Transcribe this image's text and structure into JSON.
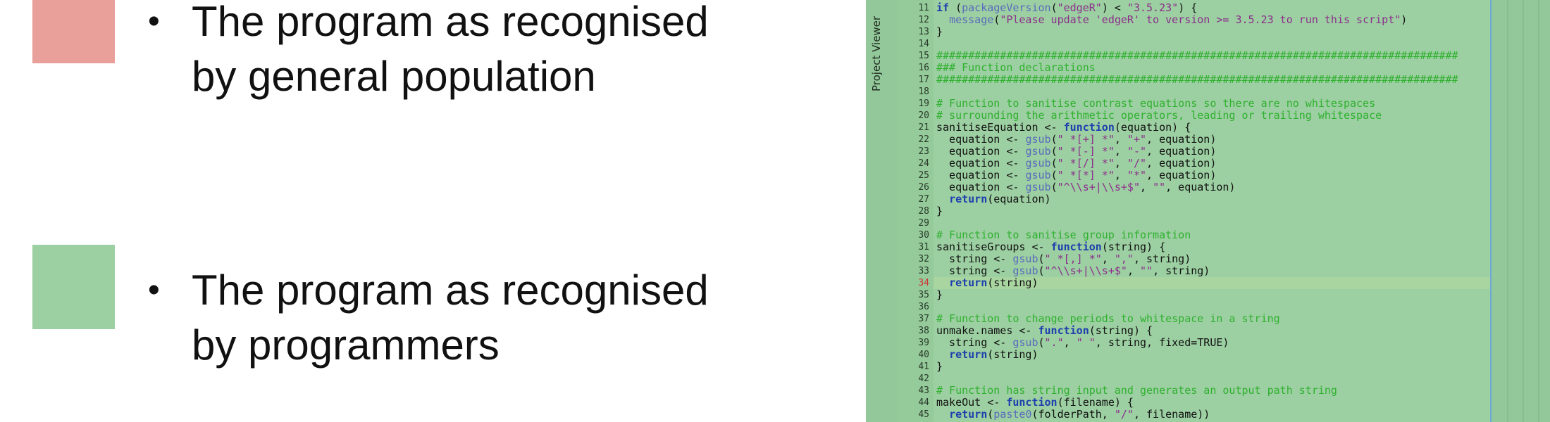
{
  "legend": {
    "items": [
      {
        "color": "#e9a09a",
        "text": "The program as recognised by general population",
        "line1": "The program as recognised",
        "line2": "by general population"
      },
      {
        "color": "#9ccfa1",
        "text": "The program as recognised by programmers",
        "line1": "The program as recognised",
        "line2": "by programmers"
      }
    ],
    "bullet": "•"
  },
  "editor": {
    "side_tab_label": "Project Viewer",
    "current_line": 34,
    "error_line": 34,
    "lines": [
      {
        "n": "11",
        "parts": [
          [
            "kw",
            "if"
          ],
          [
            "plain",
            " ("
          ],
          [
            "fn",
            "packageVersion"
          ],
          [
            "plain",
            "("
          ],
          [
            "str",
            "\"edgeR\""
          ],
          [
            "plain",
            ") < "
          ],
          [
            "str",
            "\"3.5.23\""
          ],
          [
            "plain",
            ") {"
          ]
        ]
      },
      {
        "n": "12",
        "parts": [
          [
            "plain",
            "  "
          ],
          [
            "fn",
            "message"
          ],
          [
            "plain",
            "("
          ],
          [
            "str",
            "\"Please update 'edgeR' to version >= 3.5.23 to run this script\""
          ],
          [
            "plain",
            ")"
          ]
        ]
      },
      {
        "n": "13",
        "parts": [
          [
            "plain",
            "}"
          ]
        ]
      },
      {
        "n": "14",
        "parts": []
      },
      {
        "n": "15",
        "parts": [
          [
            "cmt",
            "##################################################################################"
          ]
        ]
      },
      {
        "n": "16",
        "parts": [
          [
            "cmt",
            "### Function declarations"
          ]
        ]
      },
      {
        "n": "17",
        "parts": [
          [
            "cmt",
            "##################################################################################"
          ]
        ]
      },
      {
        "n": "18",
        "parts": []
      },
      {
        "n": "19",
        "parts": [
          [
            "cmt",
            "# Function to sanitise contrast equations so there are no whitespaces"
          ]
        ]
      },
      {
        "n": "20",
        "parts": [
          [
            "cmt",
            "# surrounding the arithmetic operators, leading or trailing whitespace"
          ]
        ]
      },
      {
        "n": "21",
        "parts": [
          [
            "plain",
            "sanitiseEquation <- "
          ],
          [
            "kw",
            "function"
          ],
          [
            "plain",
            "(equation) {"
          ]
        ]
      },
      {
        "n": "22",
        "parts": [
          [
            "plain",
            "  equation <- "
          ],
          [
            "fn",
            "gsub"
          ],
          [
            "plain",
            "("
          ],
          [
            "str",
            "\" *[+] *\""
          ],
          [
            "plain",
            ", "
          ],
          [
            "str",
            "\"+\""
          ],
          [
            "plain",
            ", equation)"
          ]
        ]
      },
      {
        "n": "23",
        "parts": [
          [
            "plain",
            "  equation <- "
          ],
          [
            "fn",
            "gsub"
          ],
          [
            "plain",
            "("
          ],
          [
            "str",
            "\" *[-] *\""
          ],
          [
            "plain",
            ", "
          ],
          [
            "str",
            "\"-\""
          ],
          [
            "plain",
            ", equation)"
          ]
        ]
      },
      {
        "n": "24",
        "parts": [
          [
            "plain",
            "  equation <- "
          ],
          [
            "fn",
            "gsub"
          ],
          [
            "plain",
            "("
          ],
          [
            "str",
            "\" *[/] *\""
          ],
          [
            "plain",
            ", "
          ],
          [
            "str",
            "\"/\""
          ],
          [
            "plain",
            ", equation)"
          ]
        ]
      },
      {
        "n": "25",
        "parts": [
          [
            "plain",
            "  equation <- "
          ],
          [
            "fn",
            "gsub"
          ],
          [
            "plain",
            "("
          ],
          [
            "str",
            "\" *[*] *\""
          ],
          [
            "plain",
            ", "
          ],
          [
            "str",
            "\"*\""
          ],
          [
            "plain",
            ", equation)"
          ]
        ]
      },
      {
        "n": "26",
        "parts": [
          [
            "plain",
            "  equation <- "
          ],
          [
            "fn",
            "gsub"
          ],
          [
            "plain",
            "("
          ],
          [
            "str",
            "\"^\\\\s+|\\\\s+$\""
          ],
          [
            "plain",
            ", "
          ],
          [
            "str",
            "\"\""
          ],
          [
            "plain",
            ", equation)"
          ]
        ]
      },
      {
        "n": "27",
        "parts": [
          [
            "plain",
            "  "
          ],
          [
            "kw",
            "return"
          ],
          [
            "plain",
            "(equation)"
          ]
        ]
      },
      {
        "n": "28",
        "parts": [
          [
            "plain",
            "}"
          ]
        ]
      },
      {
        "n": "29",
        "parts": []
      },
      {
        "n": "30",
        "parts": [
          [
            "cmt",
            "# Function to sanitise group information"
          ]
        ]
      },
      {
        "n": "31",
        "parts": [
          [
            "plain",
            "sanitiseGroups <- "
          ],
          [
            "kw",
            "function"
          ],
          [
            "plain",
            "(string) {"
          ]
        ]
      },
      {
        "n": "32",
        "parts": [
          [
            "plain",
            "  string <- "
          ],
          [
            "fn",
            "gsub"
          ],
          [
            "plain",
            "("
          ],
          [
            "str",
            "\" *[,] *\""
          ],
          [
            "plain",
            ", "
          ],
          [
            "str",
            "\",\""
          ],
          [
            "plain",
            ", string)"
          ]
        ]
      },
      {
        "n": "33",
        "parts": [
          [
            "plain",
            "  string <- "
          ],
          [
            "fn",
            "gsub"
          ],
          [
            "plain",
            "("
          ],
          [
            "str",
            "\"^\\\\s+|\\\\s+$\""
          ],
          [
            "plain",
            ", "
          ],
          [
            "str",
            "\"\""
          ],
          [
            "plain",
            ", string)"
          ]
        ]
      },
      {
        "n": "34",
        "parts": [
          [
            "plain",
            "  "
          ],
          [
            "kw",
            "return"
          ],
          [
            "plain",
            "(string)"
          ]
        ]
      },
      {
        "n": "35",
        "parts": [
          [
            "plain",
            "}"
          ]
        ]
      },
      {
        "n": "36",
        "parts": []
      },
      {
        "n": "37",
        "parts": [
          [
            "cmt",
            "# Function to change periods to whitespace in a string"
          ]
        ]
      },
      {
        "n": "38",
        "parts": [
          [
            "plain",
            "unmake.names <- "
          ],
          [
            "kw",
            "function"
          ],
          [
            "plain",
            "(string) {"
          ]
        ]
      },
      {
        "n": "39",
        "parts": [
          [
            "plain",
            "  string <- "
          ],
          [
            "fn",
            "gsub"
          ],
          [
            "plain",
            "("
          ],
          [
            "str",
            "\".\""
          ],
          [
            "plain",
            ", "
          ],
          [
            "str",
            "\" \""
          ],
          [
            "plain",
            ", string, fixed=TRUE)"
          ]
        ]
      },
      {
        "n": "40",
        "parts": [
          [
            "plain",
            "  "
          ],
          [
            "kw",
            "return"
          ],
          [
            "plain",
            "(string)"
          ]
        ]
      },
      {
        "n": "41",
        "parts": [
          [
            "plain",
            "}"
          ]
        ]
      },
      {
        "n": "42",
        "parts": []
      },
      {
        "n": "43",
        "parts": [
          [
            "cmt",
            "# Function has string input and generates an output path string"
          ]
        ]
      },
      {
        "n": "44",
        "parts": [
          [
            "plain",
            "makeOut <- "
          ],
          [
            "kw",
            "function"
          ],
          [
            "plain",
            "(filename) {"
          ]
        ]
      },
      {
        "n": "45",
        "parts": [
          [
            "plain",
            "  "
          ],
          [
            "kw",
            "return"
          ],
          [
            "plain",
            "("
          ],
          [
            "fn",
            "paste0"
          ],
          [
            "plain",
            "(folderPath, "
          ],
          [
            "str",
            "\"/\""
          ],
          [
            "plain",
            ", filename))"
          ]
        ]
      }
    ]
  }
}
